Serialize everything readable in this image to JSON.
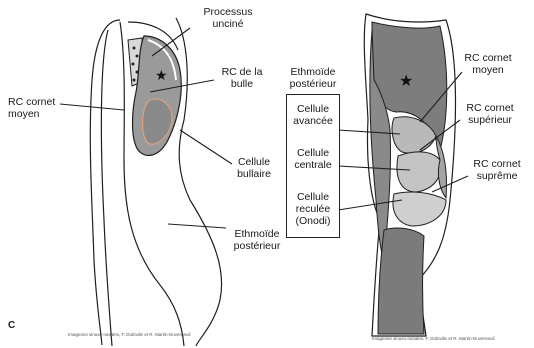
{
  "left_panel": {
    "letter": "C",
    "labels": {
      "processus_uncine": "Processus\nunciné",
      "rc_bulle": "RC de la\nbulle",
      "rc_cornet_moyen": "RC cornet\nmoyen",
      "cellule_bullaire": "Cellule\nbullaire",
      "ethmoide_posterieur": "Ethmoïde\npostérieur"
    },
    "credit": "Imageries sinuso-nasales, F. Dubrulle et R. Martin-Duverneuil"
  },
  "right_panel": {
    "heading": "Ethmoïde\npostérieur",
    "boxed_labels": [
      "Cellule\navancée",
      "Cellule\ncentrale",
      "Cellule\nreculée\n(Onodi)"
    ],
    "labels": {
      "rc_cornet_moyen": "RC cornet\nmoyen",
      "rc_cornet_superieur": "RC cornet\nsupérieur",
      "rc_cornet_supreme": "RC cornet\nsuprême"
    },
    "credit": "Imageries sinuso-nasales, F. Dubrulle et R. Martin-Duverneuil"
  },
  "colors": {
    "dark_gray": "#7b7b7b",
    "light_gray": "#c7c7c7",
    "mid_gray": "#a9a9a9",
    "line": "#1f1f1f"
  }
}
